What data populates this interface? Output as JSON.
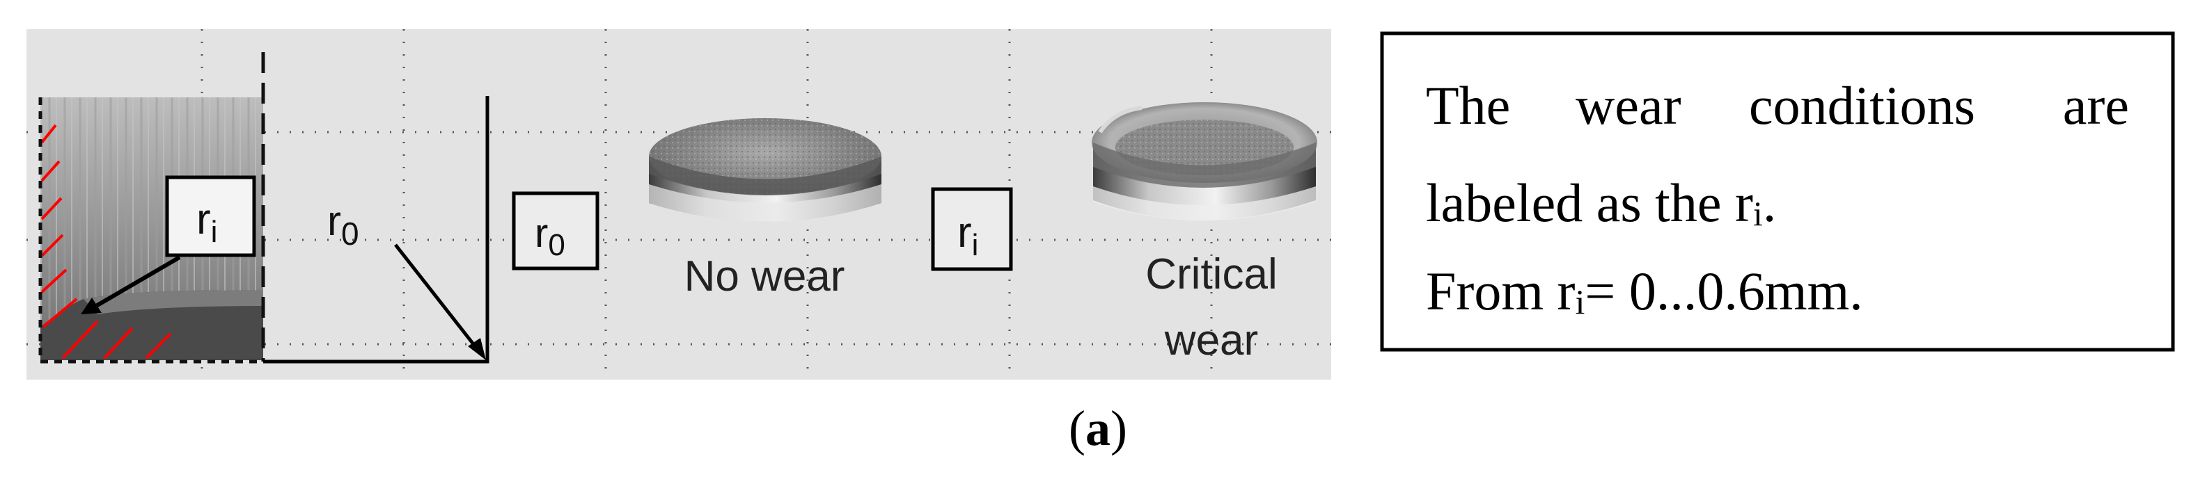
{
  "panel": {
    "background": "#e3e3e3",
    "grid_color": "#555555",
    "hatch_color": "#ff0000"
  },
  "labels": {
    "ri_sub": "r",
    "ri_idx": "i",
    "r0_base": "r",
    "r0_idx": "0",
    "no_wear": "No wear",
    "critical_line1": "Critical",
    "critical_line2": "wear"
  },
  "note": {
    "line1_words": [
      "The",
      "wear",
      "conditions",
      "are"
    ],
    "line2_prefix": "labeled as the r",
    "line2_sub": "i",
    "line2_suffix": ".",
    "line3_prefix": "From r",
    "line3_sub": "i",
    "line3_suffix": "= 0...0.6mm."
  },
  "caption": {
    "open": "(",
    "letter": "a",
    "close": ")"
  }
}
